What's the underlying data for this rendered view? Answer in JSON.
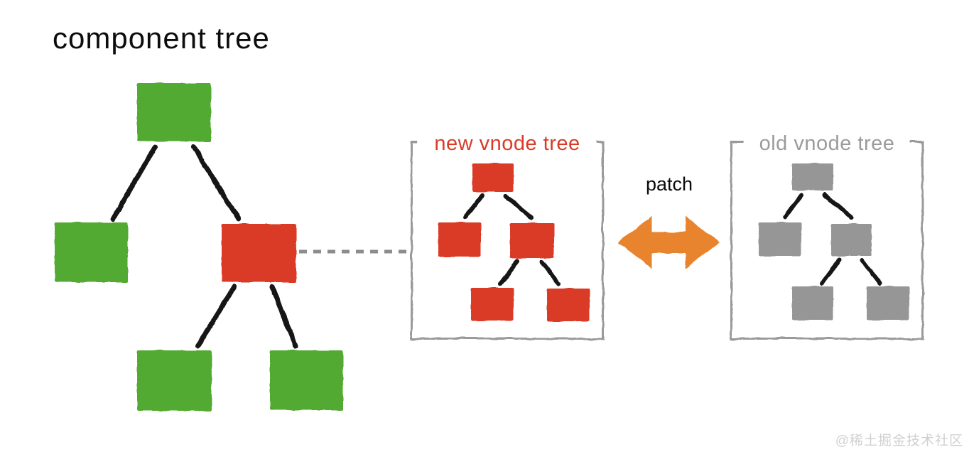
{
  "title": "component tree",
  "component_tree": {
    "name": "component tree",
    "node_count": 5,
    "node_color": "#53aa33",
    "changed_node_color": "#d93b27",
    "structure": "root with two children; right child (changed, red) has two children"
  },
  "new_vnode_panel": {
    "label": "new vnode tree",
    "label_color": "#d93b27",
    "node_color": "#d93b27",
    "node_count": 5,
    "structure": "root with two children; right child has two children"
  },
  "old_vnode_panel": {
    "label": "old vnode tree",
    "label_color": "#9b9b9b",
    "node_color": "#969696",
    "node_count": 5,
    "structure": "root with two children; right child has two children"
  },
  "patch": {
    "label": "patch",
    "arrow_color": "#e8832e",
    "arrow_direction": "bidirectional"
  },
  "connector": {
    "style": "dashed",
    "color": "#8c8c8c",
    "from": "component-tree changed node",
    "to": "new vnode tree panel"
  },
  "colors": {
    "edge_line": "#141414",
    "panel_border": "#9a9a9a",
    "title_text": "#0d0d0d"
  },
  "watermark": "@稀土掘金技术社区"
}
